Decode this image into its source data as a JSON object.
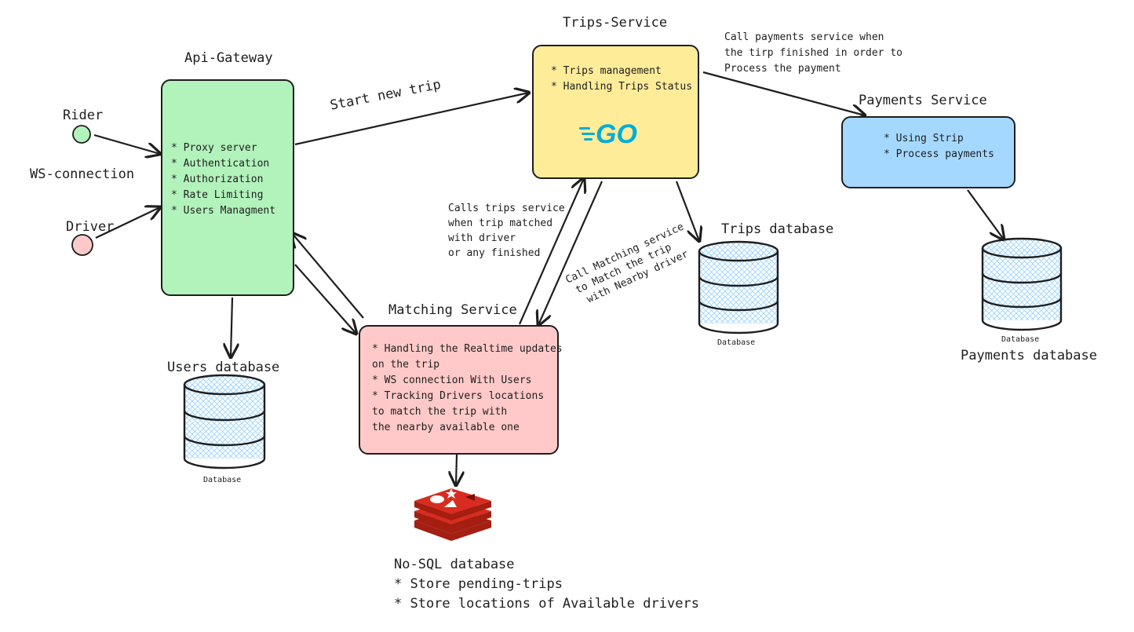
{
  "actors": {
    "rider": "Rider",
    "driver": "Driver",
    "connection_label": "WS-connection"
  },
  "api_gateway": {
    "title": "Api-Gateway",
    "items": [
      "Proxy server",
      "Authentication",
      "Authorization",
      "Rate Limiting",
      "Users Managment"
    ]
  },
  "trips_service": {
    "title": "Trips-Service",
    "items": [
      "Trips management",
      "Handling Trips Status"
    ],
    "logo_text": "GO"
  },
  "payments_service": {
    "title": "Payments Service",
    "items": [
      "Using Strip",
      "Process payments"
    ]
  },
  "matching_service": {
    "title": "Matching Service",
    "lines": [
      "* Handling the Realtime updates",
      "on the trip",
      "* WS connection With Users",
      "* Tracking Drivers locations",
      "to match the trip with",
      "the nearby available one"
    ]
  },
  "databases": {
    "users": {
      "title": "Users database",
      "caption": "Database"
    },
    "trips": {
      "title": "Trips database",
      "caption": "Database"
    },
    "payments": {
      "title": "Payments database",
      "caption": "Database"
    },
    "nosql": {
      "title": "No-SQL database",
      "items": [
        "* Store pending-trips",
        "* Store locations of Available drivers"
      ]
    }
  },
  "edges": {
    "start_new_trip": "Start new trip",
    "call_payments": [
      "Call payments service when",
      "the tirp finished in order to",
      "Process the payment"
    ],
    "calls_trips": [
      "Calls trips service",
      "when trip matched",
      "with driver",
      "or any finished"
    ],
    "call_matching": [
      "Call Matching service",
      "to Match the trip",
      "with Nearby driver"
    ]
  },
  "colors": {
    "gateway": "#b2f2bb",
    "trips": "#ffec99",
    "payments": "#a5d8ff",
    "matching": "#ffc9c9",
    "stroke": "#1e1e1e",
    "db_hatch": "#a5d8ff",
    "redis": "#d82c20",
    "go_logo": "#00add8"
  }
}
